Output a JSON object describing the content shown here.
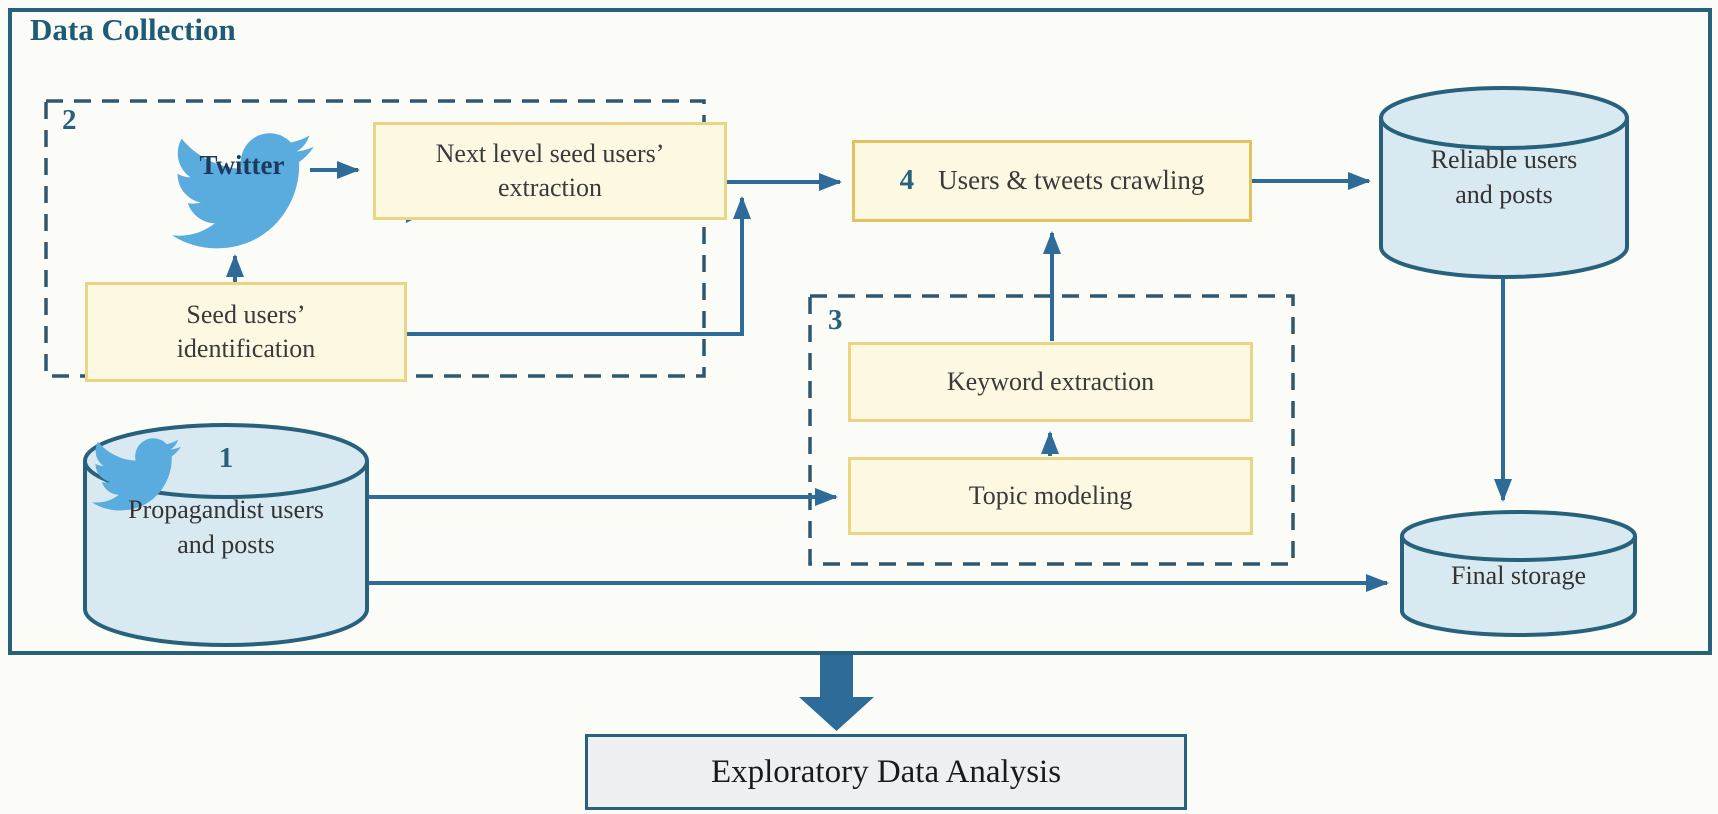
{
  "title": "Data Collection",
  "groups": {
    "group2": {
      "number": "2"
    },
    "group3": {
      "number": "3"
    }
  },
  "nodes": {
    "twitter": {
      "label": "Twitter"
    },
    "next_level_extraction": {
      "label": "Next level seed users’ extraction"
    },
    "seed_identification": {
      "label": "Seed users’ identification"
    },
    "crawling": {
      "number": "4",
      "label": "Users & tweets crawling"
    },
    "keyword_extraction": {
      "label": "Keyword extraction"
    },
    "topic_modeling": {
      "label": "Topic modeling"
    },
    "reliable_storage": {
      "label": "Reliable users and posts"
    },
    "propagandist_storage": {
      "number": "1",
      "label": "Propagandist users and posts"
    },
    "final_storage": {
      "label": "Final storage"
    },
    "eda": {
      "label": "Exploratory Data Analysis"
    }
  },
  "icons": {
    "twitter_bird": "twitter-bird-icon",
    "sync": "sync-refresh-icon"
  },
  "colors": {
    "teal_border": "#27617c",
    "title_text": "#1d5c74",
    "arrow_blue": "#2e6b99",
    "dashed_border": "#2f586e",
    "node_fill": "#fdf8e2",
    "node_border": "#ead584",
    "cylinder_fill": "#d9e9f1",
    "bird_blue": "#5bacde",
    "eda_fill": "#edeff1",
    "text_dark": "#3a3a3a"
  }
}
